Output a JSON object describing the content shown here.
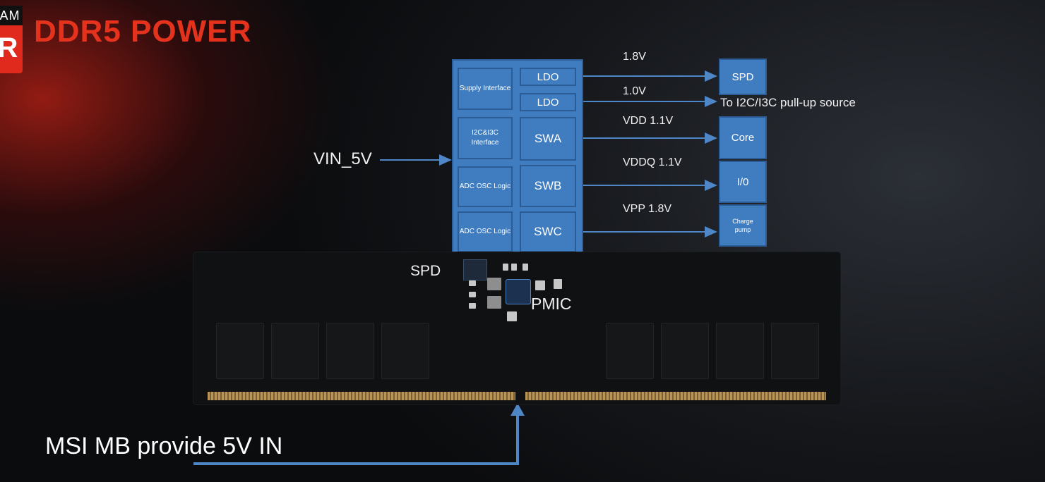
{
  "logo": {
    "top_text": "AM",
    "letter": "R"
  },
  "title": "DDR5 POWER",
  "input_label": "VIN_5V",
  "pmic_blocks": {
    "supply_interface": "Supply Interface",
    "i2c_i3c_interface": "I2C&I3C Interface",
    "adc_osc_logic_1": "ADC OSC Logic",
    "adc_osc_logic_2": "ADC OSC Logic",
    "ldo_1": "LDO",
    "ldo_2": "LDO",
    "swa": "SWA",
    "swb": "SWB",
    "swc": "SWC"
  },
  "voltage_labels": {
    "v18": "1.8V",
    "v10": "1.0V",
    "vdd": "VDD 1.1V",
    "vddq": "VDDQ 1.1V",
    "vpp": "VPP 1.8V"
  },
  "outputs": {
    "spd": "SPD",
    "pullup": "To I2C/I3C pull-up source",
    "core": "Core",
    "io": "I/0",
    "charge_pump": "Charge pump"
  },
  "dimm_labels": {
    "spd": "SPD",
    "pmic": "PMIC"
  },
  "bottom_text": "MSI MB provide 5V IN",
  "colors": {
    "accent_red": "#e4321c",
    "block_blue": "#3f7cc0",
    "arrow_blue": "#4f86c6"
  }
}
